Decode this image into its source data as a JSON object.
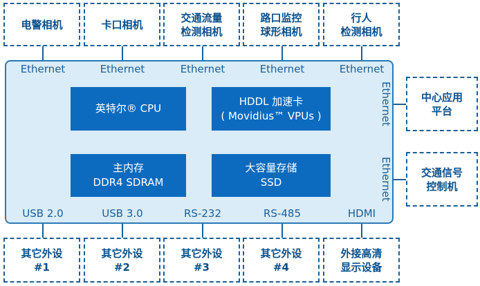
{
  "top_devices": [
    {
      "lines": [
        "电警相机"
      ]
    },
    {
      "lines": [
        "卡口相机"
      ]
    },
    {
      "lines": [
        "交通流量",
        "检测相机"
      ]
    },
    {
      "lines": [
        "路口监控",
        "球形相机"
      ]
    },
    {
      "lines": [
        "行人",
        "检测相机"
      ]
    }
  ],
  "top_ports": [
    "Ethernet",
    "Ethernet",
    "Ethernet",
    "Ethernet",
    "Ethernet"
  ],
  "side_ports": [
    "Ethernet",
    "Ethernet"
  ],
  "side_devices": [
    {
      "lines": [
        "中心应用",
        "平台"
      ]
    },
    {
      "lines": [
        "交通信号",
        "控制机"
      ]
    }
  ],
  "chips": [
    {
      "lines": [
        "英特尔® CPU"
      ]
    },
    {
      "lines": [
        "HDDL 加速卡",
        "( Movidius™ VPUs )"
      ]
    },
    {
      "lines": [
        "主内存",
        "DDR4 SDRAM"
      ]
    },
    {
      "lines": [
        "大容量存储",
        "SSD"
      ]
    }
  ],
  "bottom_ports": [
    "USB 2.0",
    "USB 3.0",
    "RS-232",
    "RS-485",
    "HDMI"
  ],
  "bottom_devices": [
    {
      "lines": [
        "其它外设",
        "#1"
      ]
    },
    {
      "lines": [
        "其它外设",
        "#2"
      ]
    },
    {
      "lines": [
        "其它外设",
        "#3"
      ]
    },
    {
      "lines": [
        "其它外设",
        "#4"
      ]
    },
    {
      "lines": [
        "外接高清",
        "显示设备"
      ]
    }
  ],
  "colors": {
    "accent": "#0c6bbf",
    "line": "#1a5e96",
    "board_fill": "#d9ecf8",
    "board_border": "#2a78b5"
  }
}
